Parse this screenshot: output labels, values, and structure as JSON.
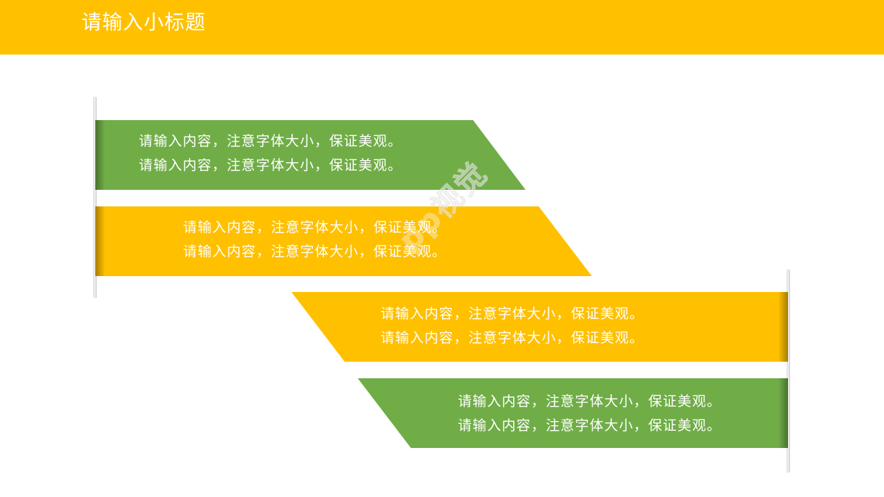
{
  "header": {
    "title": "请输入小标题",
    "color": "#FFC000"
  },
  "colors": {
    "yellow": "#FFC000",
    "green": "#70AD47",
    "text": "#FFFFFF"
  },
  "bands": [
    {
      "color": "green",
      "line1": "请输入内容，注意字体大小，保证美观。",
      "line2": "请输入内容，注意字体大小，保证美观。"
    },
    {
      "color": "yellow",
      "line1": "请输入内容，注意字体大小，保证美观。",
      "line2": "请输入内容，注意字体大小，保证美观。"
    },
    {
      "color": "yellow",
      "line1": "请输入内容，注意字体大小，保证美观。",
      "line2": "请输入内容，注意字体大小，保证美观。"
    },
    {
      "color": "green",
      "line1": "请输入内容，注意字体大小，保证美观。",
      "line2": "请输入内容，注意字体大小，保证美观。"
    }
  ],
  "watermark": "pp视觉"
}
